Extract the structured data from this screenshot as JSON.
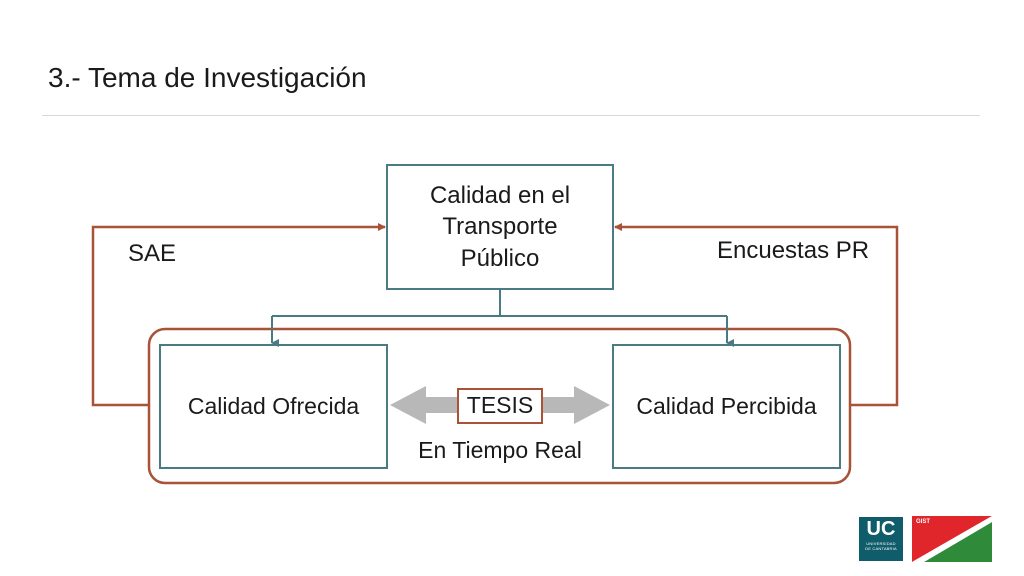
{
  "title": "3.- Tema de Investigación",
  "nodes": {
    "top": {
      "lines": [
        "Calidad en el",
        "Transporte",
        "Público"
      ]
    },
    "left": {
      "label": "Calidad Ofrecida"
    },
    "right": {
      "label": "Calidad Percibida"
    },
    "center": {
      "label": "TESIS",
      "sublabel": "En Tiempo Real"
    }
  },
  "edge_labels": {
    "left": "SAE",
    "right": "Encuestas PR"
  },
  "logos": {
    "uc": {
      "mark": "UC",
      "line1": "UNIVERSIDAD",
      "line2": "DE CANTABRIA"
    },
    "gist": {
      "mark": "GIST"
    }
  },
  "colors": {
    "teal": "#4a7a82",
    "rust": "#a85238",
    "gray_arrow": "#b8b8b8",
    "uc_logo": "#0f5d6b",
    "gist_red": "#e0252b",
    "gist_green": "#2f8a3a"
  }
}
